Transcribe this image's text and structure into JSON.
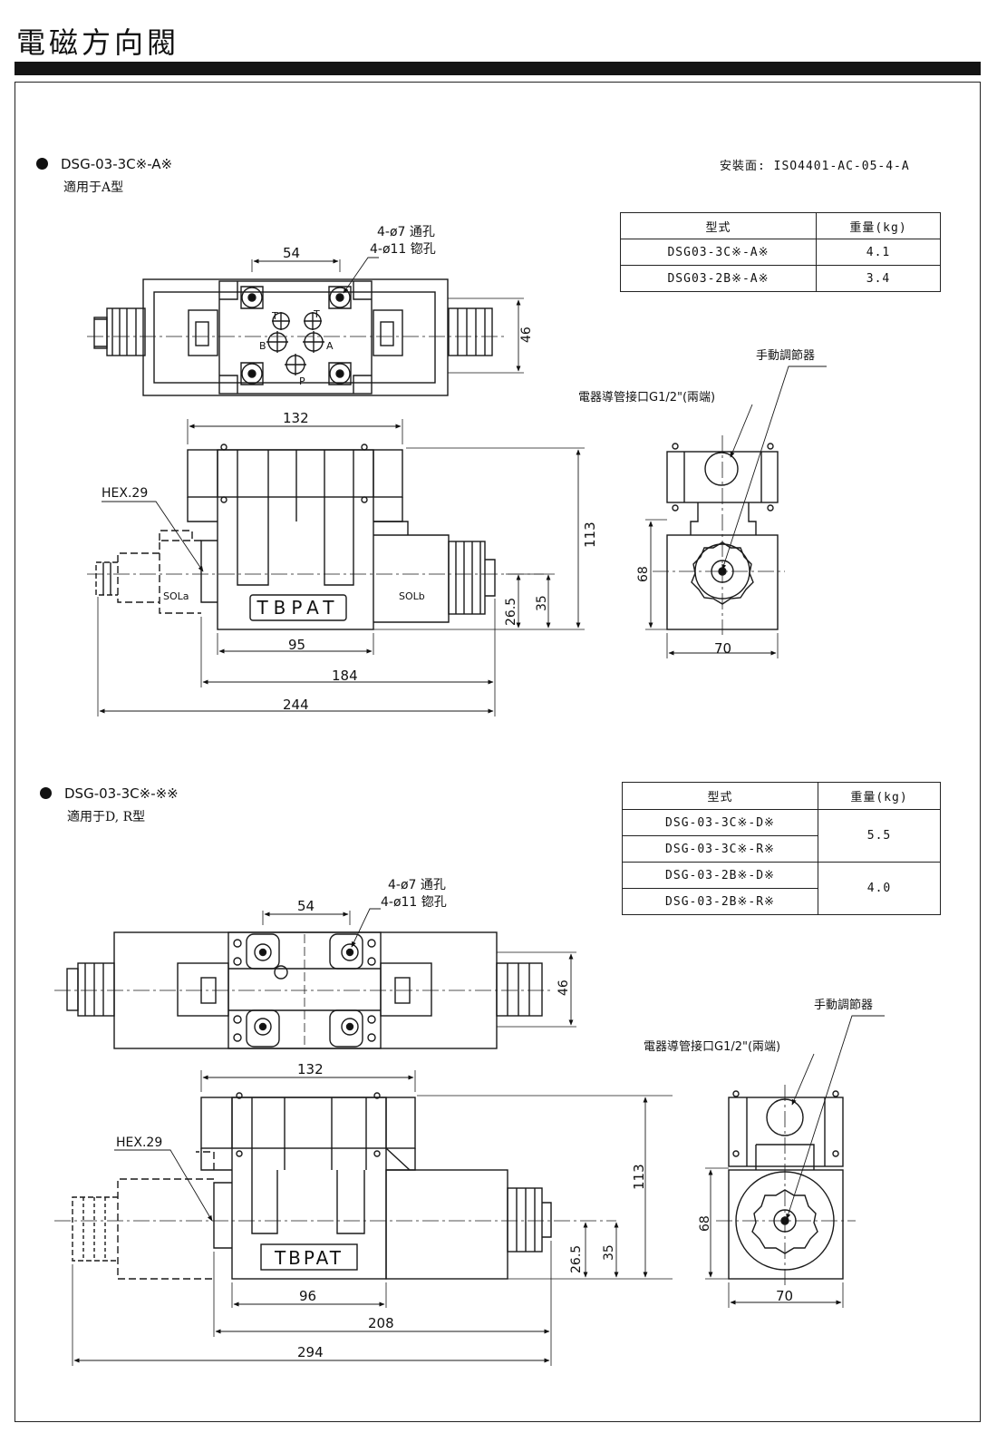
{
  "page": {
    "title": "電磁方向閥"
  },
  "section_a": {
    "model": "DSG-03-3C※-A※",
    "applies": "適用于A型",
    "mounting": "安裝面: ISO4401-AC-05-4-A",
    "table": {
      "headers": [
        "型式",
        "重量(kg)"
      ],
      "rows": [
        {
          "model": "DSG03-3C※-A※",
          "weight": "4.1"
        },
        {
          "model": "DSG03-2B※-A※",
          "weight": "3.4"
        }
      ]
    },
    "top_view": {
      "hole_note_1": "4-ø7 通孔",
      "hole_note_2": "4-ø11 锪孔",
      "dim_54": "54",
      "dim_46": "46",
      "port_t1": "T",
      "port_t2": "T",
      "port_b": "B",
      "port_a": "A",
      "port_p": "P"
    },
    "front_view": {
      "dim_132": "132",
      "dim_113": "113",
      "hex": "HEX.29",
      "sol_a": "SOLa",
      "sol_b": "SOLb",
      "brand": "TBPAT",
      "dim_26_5": "26.5",
      "dim_35": "35",
      "dim_95": "95",
      "dim_184": "184",
      "dim_244": "244"
    },
    "side_view": {
      "manual": "手動調節器",
      "conduit": "電器導管接口G1/2\"(兩端)",
      "dim_68": "68",
      "dim_70": "70"
    }
  },
  "section_b": {
    "model": "DSG-03-3C※-※※",
    "applies": "適用于D, R型",
    "table": {
      "headers": [
        "型式",
        "重量(kg)"
      ],
      "rows": [
        {
          "model": "DSG-03-3C※-D※"
        },
        {
          "model": "DSG-03-3C※-R※"
        },
        {
          "model": "DSG-03-2B※-D※"
        },
        {
          "model": "DSG-03-2B※-R※"
        }
      ],
      "weights": [
        "5.5",
        "4.0"
      ]
    },
    "top_view": {
      "hole_note_1": "4-ø7 通孔",
      "hole_note_2": "4-ø11 锪孔",
      "dim_54": "54",
      "dim_46": "46"
    },
    "front_view": {
      "dim_132": "132",
      "dim_113": "113",
      "hex": "HEX.29",
      "brand": "TBPAT",
      "dim_26_5": "26.5",
      "dim_35": "35",
      "dim_96": "96",
      "dim_208": "208",
      "dim_294": "294"
    },
    "side_view": {
      "manual": "手動調節器",
      "conduit": "電器導管接口G1/2\"(兩端)",
      "dim_68": "68",
      "dim_70": "70"
    }
  }
}
